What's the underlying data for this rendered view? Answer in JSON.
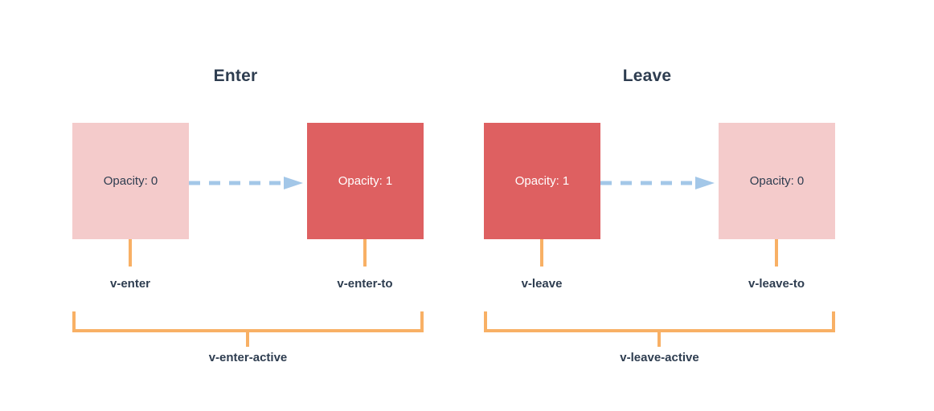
{
  "diagram": {
    "background_color": "#ffffff",
    "palette": {
      "box_pale": "#f4cbcb",
      "box_solid": "#de6061",
      "arrow_blue": "#a3c7e8",
      "bracket_orange": "#f8b065",
      "text_dark": "#2e3d50",
      "text_light": "#ffffff"
    },
    "groups": [
      {
        "id": "enter",
        "title": "Enter",
        "from": {
          "label": "Opacity: 0",
          "class_name": "v-enter",
          "fill": "pale"
        },
        "to": {
          "label": "Opacity: 1",
          "class_name": "v-enter-to",
          "fill": "solid"
        },
        "arrow": {
          "direction": "right",
          "style": "dashed",
          "color": "#a3c7e8",
          "dash_count": 5
        },
        "active_class": "v-enter-active"
      },
      {
        "id": "leave",
        "title": "Leave",
        "from": {
          "label": "Opacity: 1",
          "class_name": "v-leave",
          "fill": "solid"
        },
        "to": {
          "label": "Opacity: 0",
          "class_name": "v-leave-to",
          "fill": "pale"
        },
        "arrow": {
          "direction": "right",
          "style": "dashed",
          "color": "#a3c7e8",
          "dash_count": 5
        },
        "active_class": "v-leave-active"
      }
    ]
  }
}
